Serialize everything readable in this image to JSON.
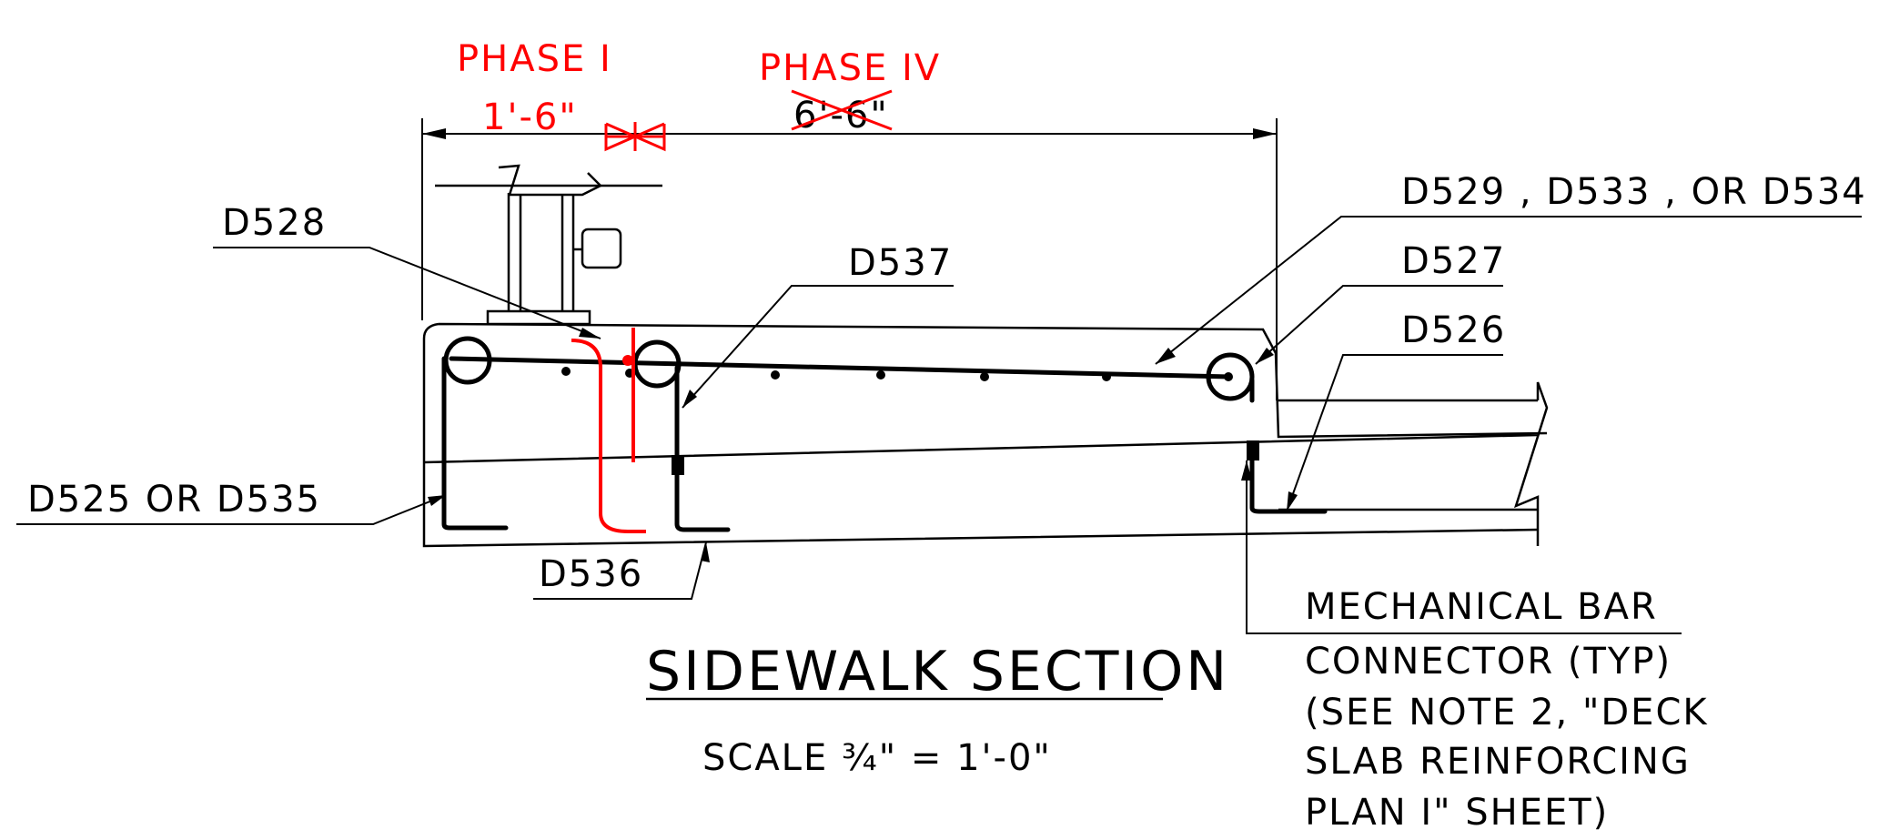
{
  "phase_left": {
    "label": "PHASE I",
    "dimension": "1'-6\""
  },
  "phase_right": {
    "label": "PHASE IV",
    "dimension": "6'-6\""
  },
  "labels": {
    "d528": "D528",
    "d537": "D537",
    "d529_group": "D529 , D533 , OR D534",
    "d527": "D527",
    "d526": "D526",
    "d525_group": "D525 OR D535",
    "d536": "D536"
  },
  "mechanical_note": {
    "lines": [
      "MECHANICAL BAR",
      "CONNECTOR (TYP)",
      "(SEE NOTE 2, \"DECK",
      "SLAB REINFORCING",
      "PLAN I\" SHEET)"
    ]
  },
  "title": "SIDEWALK SECTION",
  "scale": "SCALE ¾\" = 1'-0\"",
  "colors": {
    "line": "#000000",
    "revision": "#ff0000",
    "background": "#ffffff"
  }
}
